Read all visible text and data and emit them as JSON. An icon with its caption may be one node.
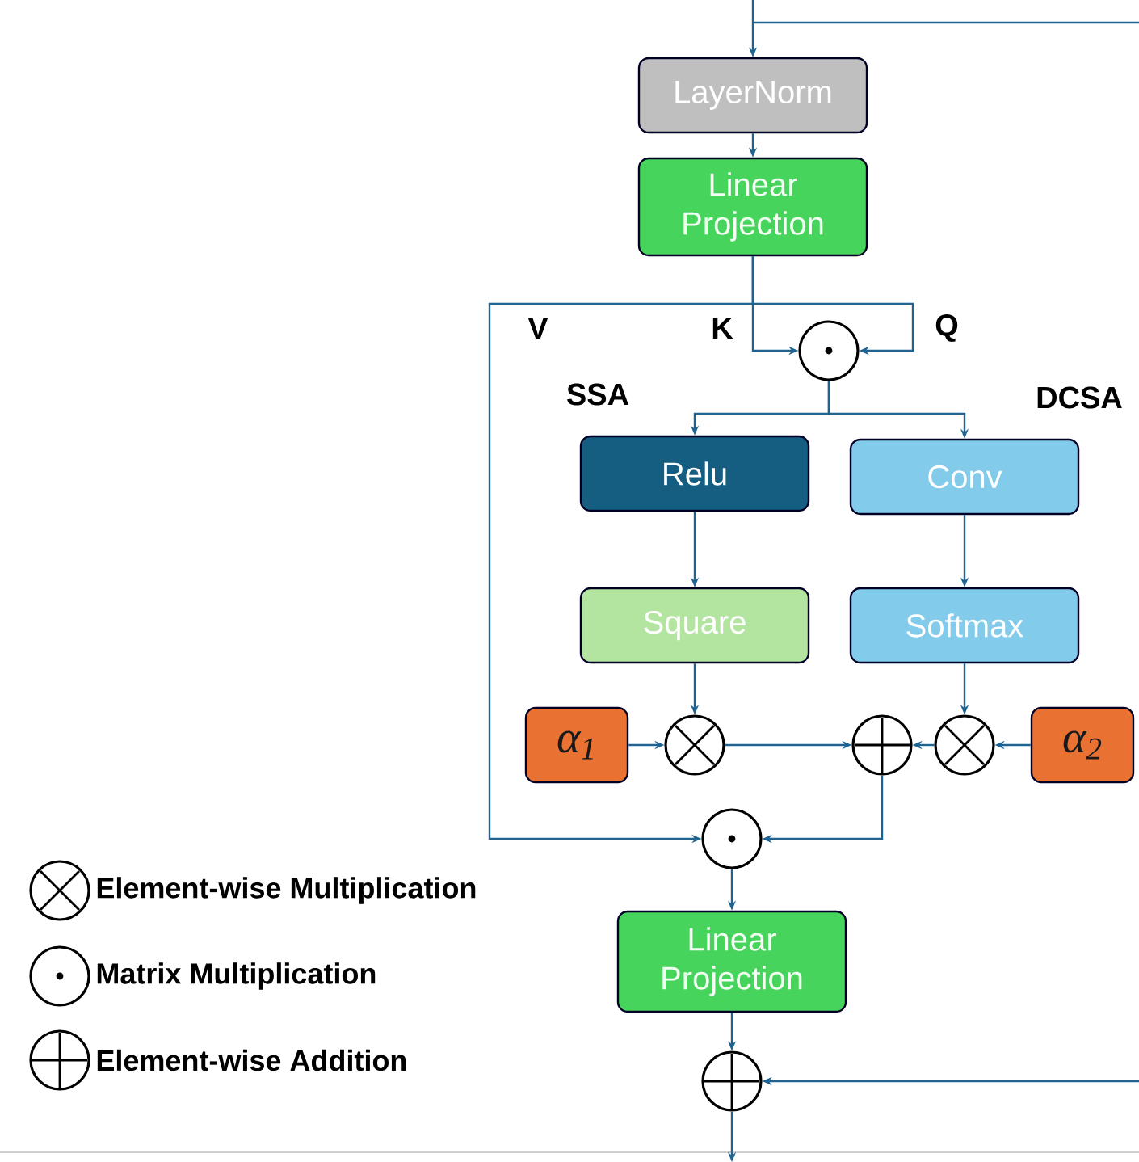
{
  "diagram": {
    "nodes": [
      {
        "text": [
          "LayerNorm"
        ]
      },
      {
        "text": [
          "Linear Projection"
        ]
      },
      {
        "text": [],
        "shape": "circle"
      },
      {
        "text": [
          "Relu"
        ]
      },
      {
        "text": [
          "Conv"
        ]
      },
      {
        "text": [
          "Square"
        ]
      },
      {
        "text": [
          "Softmax"
        ]
      },
      {
        "text": [
          "α$_{1}$"
        ]
      },
      {
        "text": [],
        "shape": "circle"
      },
      {
        "text": [],
        "shape": "circle"
      },
      {
        "text": [],
        "shape": "circle"
      },
      {
        "text": [
          "α$_{2}$"
        ]
      },
      {
        "text": [],
        "shape": "circle"
      },
      {
        "text": [
          "Linear Projection"
        ]
      },
      {
        "text": [],
        "shape": "circle"
      }
    ],
    "edges": [
      {
        "from": null,
        "to": 0,
        "arrow": "to"
      },
      {
        "from": 0,
        "to": 1,
        "arrow": "to"
      },
      {
        "from": 1,
        "to": 2,
        "arrow": "to",
        "label": "K"
      },
      {
        "from": 1,
        "to": 2,
        "arrow": "to",
        "label": "Q"
      },
      {
        "from": 1,
        "to": 12,
        "arrow": "to",
        "label": "V"
      },
      {
        "from": 2,
        "to": 3,
        "arrow": "to"
      },
      {
        "from": 2,
        "to": 4,
        "arrow": "to"
      },
      {
        "from": 3,
        "to": 5,
        "arrow": "to"
      },
      {
        "from": 4,
        "to": 6,
        "arrow": "to"
      },
      {
        "from": 5,
        "to": 8,
        "arrow": "to"
      },
      {
        "from": 7,
        "to": 8,
        "arrow": "to"
      },
      {
        "from": 6,
        "to": 10,
        "arrow": "to"
      },
      {
        "from": 11,
        "to": 10,
        "arrow": "to"
      },
      {
        "from": 8,
        "to": 9,
        "arrow": "to"
      },
      {
        "from": 10,
        "to": 9,
        "arrow": "to"
      },
      {
        "from": 9,
        "to": 12,
        "arrow": "to"
      },
      {
        "from": 12,
        "to": 13,
        "arrow": "to"
      },
      {
        "from": 13,
        "to": 14,
        "arrow": "to"
      },
      {
        "from": null,
        "to": 14,
        "arrow": "to"
      },
      {
        "from": 14,
        "to": null,
        "arrow": "to"
      }
    ],
    "labels": [
      "SSA",
      "DCSA"
    ],
    "legend": [
      {
        "text": "Element-wise Multiplication"
      },
      {
        "text": "Matrix Multiplication"
      },
      {
        "text": "Element-wise Addition"
      }
    ]
  }
}
